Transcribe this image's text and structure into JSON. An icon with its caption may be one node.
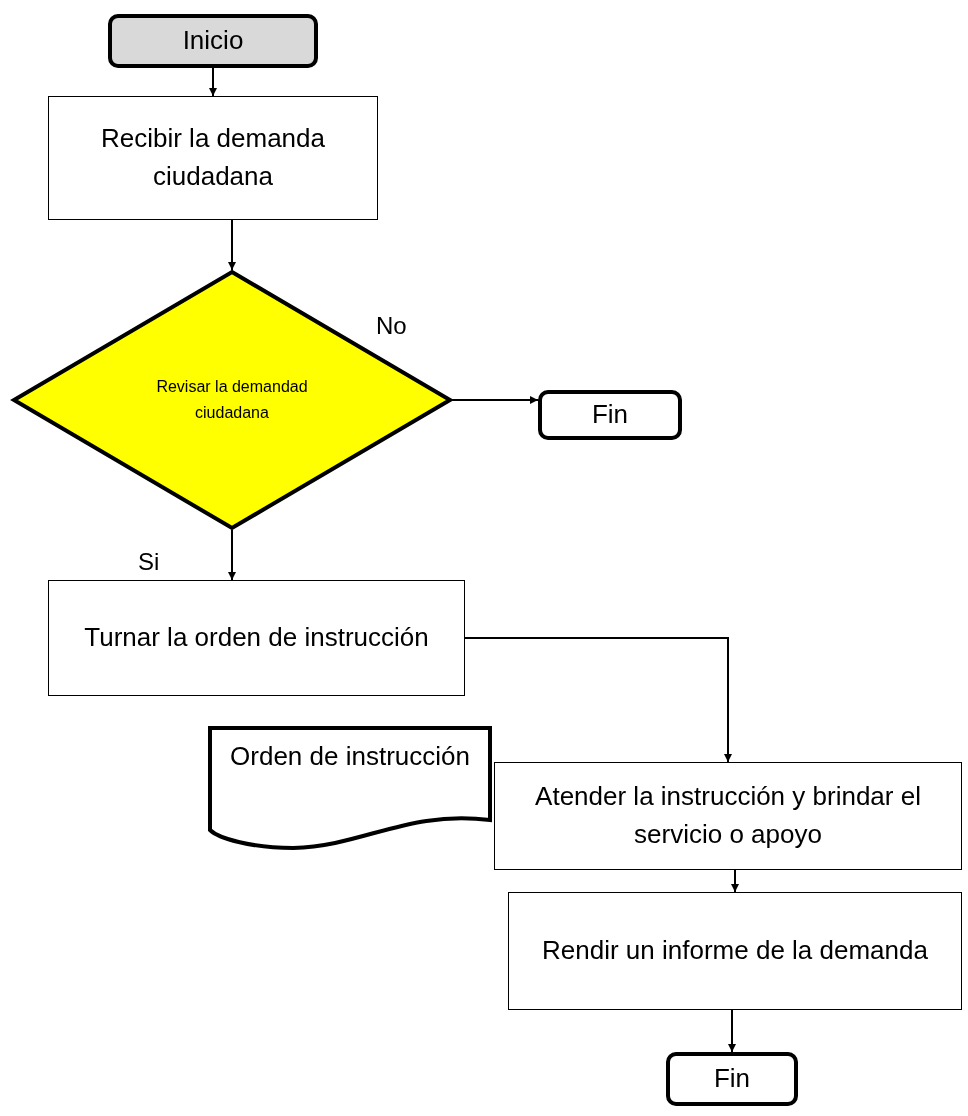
{
  "diagram": {
    "nodes": [
      {
        "text": [
          "Inicio"
        ]
      },
      {
        "text": [
          "Recibir la demanda ciudadana"
        ]
      },
      {
        "text": [
          "Revisar la demandad ciudadana"
        ]
      },
      {
        "text": [
          "Fin"
        ]
      },
      {
        "text": [
          "Turnar la orden de instrucción"
        ]
      },
      {
        "text": [
          "Orden de instrucción"
        ]
      },
      {
        "text": [
          "Atender la instrucción y brindar el servicio o apoyo"
        ]
      },
      {
        "text": [
          "Rendir un informe de la demanda"
        ]
      },
      {
        "text": [
          "Fin"
        ]
      }
    ],
    "edges": [
      {
        "from": 0,
        "to": 1,
        "arrow": "to"
      },
      {
        "from": 1,
        "to": 2,
        "arrow": "to"
      },
      {
        "from": 2,
        "to": 3,
        "arrow": "to",
        "label": "No"
      },
      {
        "from": 2,
        "to": 4,
        "arrow": "to",
        "label": "Si"
      },
      {
        "from": 4,
        "to": 6,
        "arrow": "to"
      },
      {
        "from": 6,
        "to": 7,
        "arrow": "to"
      },
      {
        "from": 7,
        "to": 8,
        "arrow": "to"
      }
    ]
  }
}
